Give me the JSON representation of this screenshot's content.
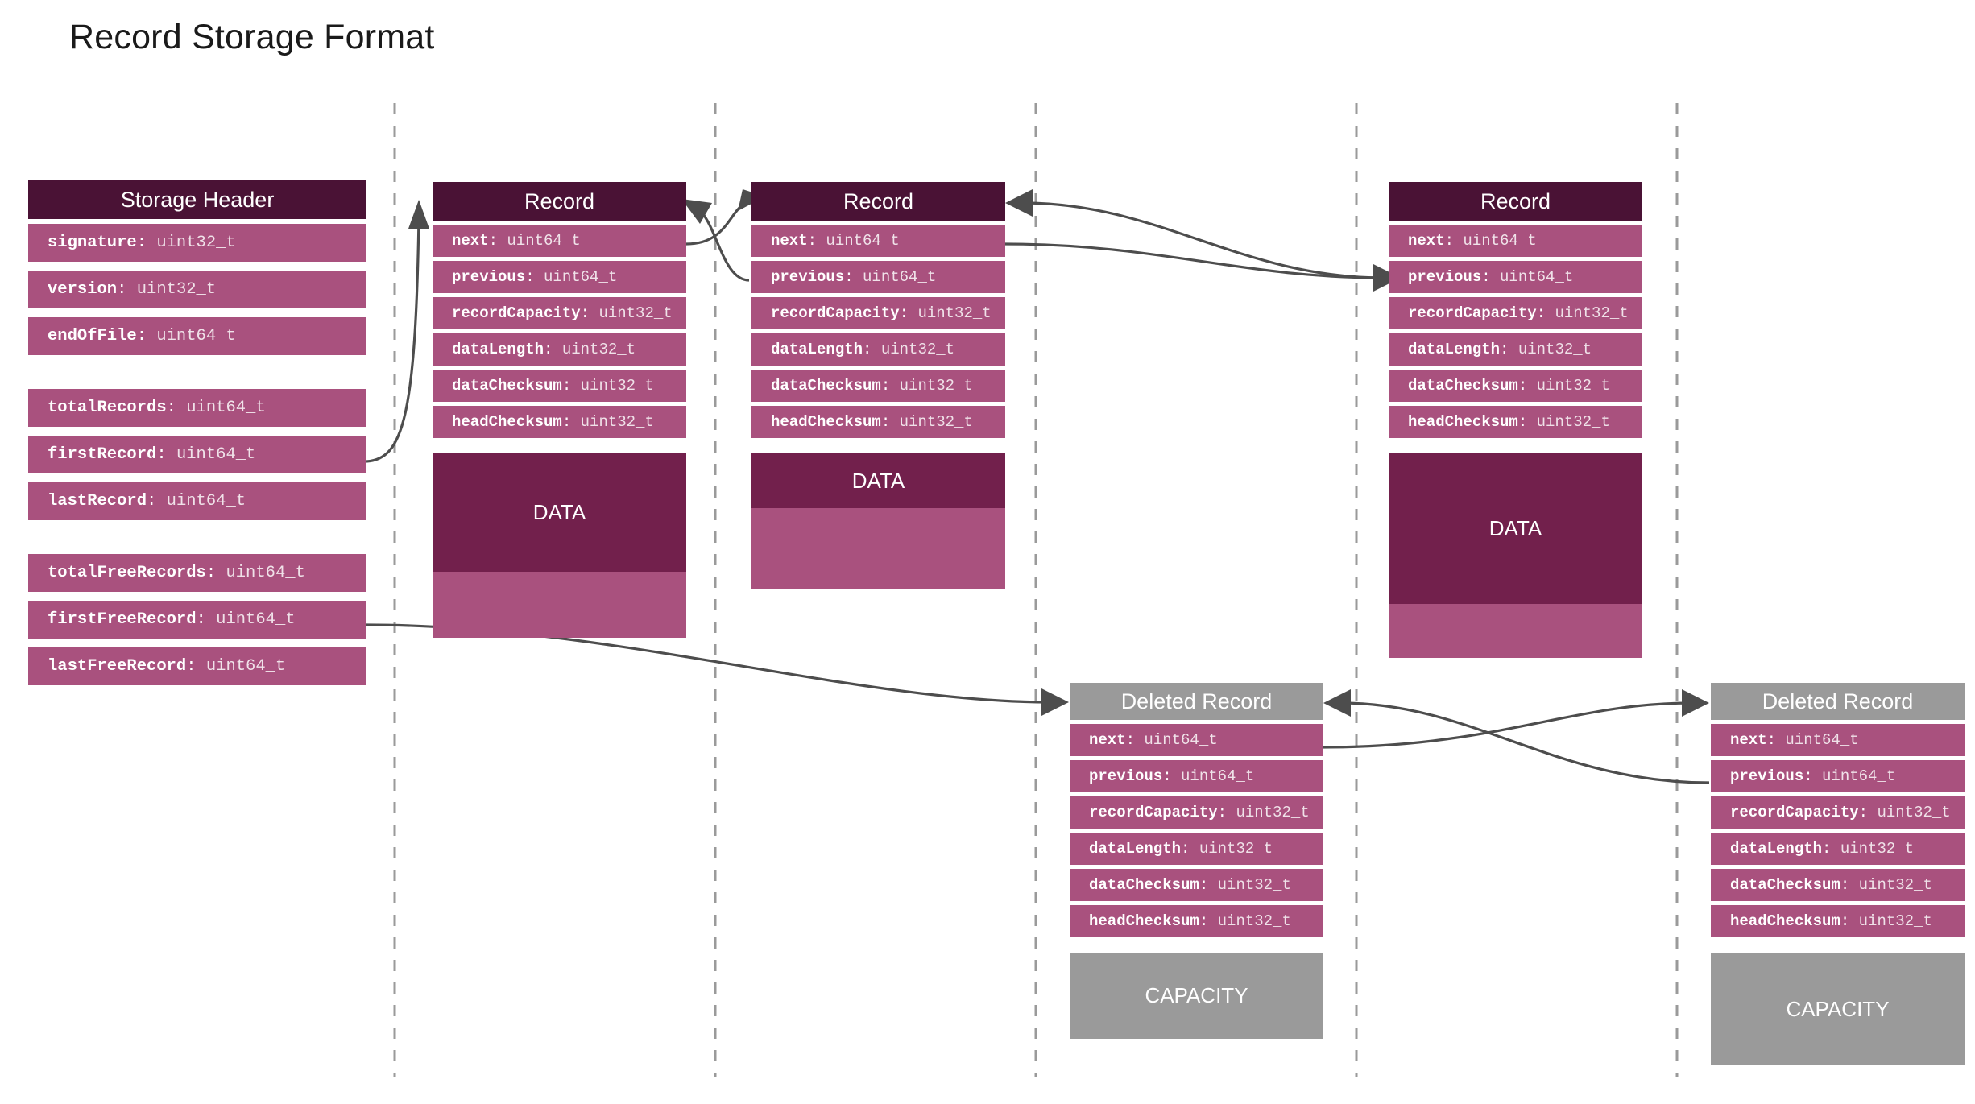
{
  "title": "Record Storage Format",
  "colors": {
    "header_dark": "#4a1235",
    "header_gray": "#9a9a9a",
    "field": "#a9517e",
    "data_used": "#72204c",
    "data_free": "#a9517e",
    "capacity": "#9a9a9a",
    "wire": "#4d4d4d",
    "separator": "#9a9a9a",
    "background": "#ffffff"
  },
  "labels": {
    "data": "DATA",
    "capacity": "CAPACITY",
    "storage_header": "Storage Header",
    "record": "Record",
    "deleted_record": "Deleted Record"
  },
  "storage_header": {
    "title": "Storage Header",
    "groups": [
      {
        "fields": [
          {
            "name": "signature",
            "type": "uint32_t"
          },
          {
            "name": "version",
            "type": "uint32_t"
          },
          {
            "name": "endOfFile",
            "type": "uint64_t"
          }
        ]
      },
      {
        "fields": [
          {
            "name": "totalRecords",
            "type": "uint64_t"
          },
          {
            "name": "firstRecord",
            "type": "uint64_t"
          },
          {
            "name": "lastRecord",
            "type": "uint64_t"
          }
        ]
      },
      {
        "fields": [
          {
            "name": "totalFreeRecords",
            "type": "uint64_t"
          },
          {
            "name": "firstFreeRecord",
            "type": "uint64_t"
          },
          {
            "name": "lastFreeRecord",
            "type": "uint64_t"
          }
        ]
      }
    ]
  },
  "record_fields": [
    {
      "name": "next",
      "type": "uint64_t"
    },
    {
      "name": "previous",
      "type": "uint64_t"
    },
    {
      "name": "recordCapacity",
      "type": "uint32_t"
    },
    {
      "name": "dataLength",
      "type": "uint32_t"
    },
    {
      "name": "dataChecksum",
      "type": "uint32_t"
    },
    {
      "name": "headChecksum",
      "type": "uint32_t"
    }
  ],
  "records": [
    {
      "id": "record-1",
      "title": "Record",
      "body": "DATA",
      "kind": "record"
    },
    {
      "id": "record-2",
      "title": "Record",
      "body": "DATA",
      "kind": "record"
    },
    {
      "id": "record-3",
      "title": "Record",
      "body": "DATA",
      "kind": "record"
    },
    {
      "id": "deleted-record-1",
      "title": "Deleted Record",
      "body": "CAPACITY",
      "kind": "deleted"
    },
    {
      "id": "deleted-record-2",
      "title": "Deleted Record",
      "body": "CAPACITY",
      "kind": "deleted"
    }
  ],
  "separators": {
    "count": 5,
    "style": "dashed-vertical"
  }
}
